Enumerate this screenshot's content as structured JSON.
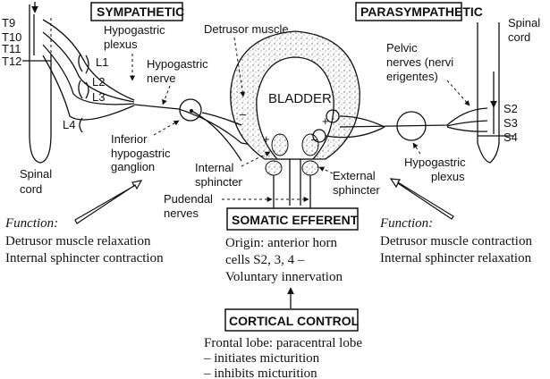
{
  "title_boxes": {
    "sympathetic": "SYMPATHETIC",
    "parasympathetic": "PARASYMPATHETIC",
    "somatic_efferent": "SOMATIC EFFERENT",
    "cortical_control": "CORTICAL CONTROL"
  },
  "left_spine": {
    "levels": [
      "T9",
      "T10",
      "T11",
      "T12"
    ],
    "lumbar": [
      "L1",
      "L2",
      "L3",
      "L4"
    ],
    "label_line1": "Spinal",
    "label_line2": "cord"
  },
  "right_spine": {
    "levels": [
      "S2",
      "S3",
      "S4"
    ],
    "label_line1": "Spinal",
    "label_line2": "cord"
  },
  "labels": {
    "hypogastric_plexus_l1": "Hypogastric",
    "hypogastric_plexus_l2": "plexus",
    "hypogastric_nerve_l1": "Hypogastric",
    "hypogastric_nerve_l2": "nerve",
    "detrusor": "Detrusor muscle",
    "bladder": "BLADDER",
    "inferior_l1": "Inferior",
    "inferior_l2": "hypogastric",
    "inferior_l3": "ganglion",
    "internal_sphincter_l1": "Internal",
    "internal_sphincter_l2": "sphincter",
    "external_sphincter_l1": "External",
    "external_sphincter_l2": "sphincter",
    "pudendal_l1": "Pudendal",
    "pudendal_l2": "nerves",
    "pelvic_l1": "Pelvic",
    "pelvic_l2": "nerves (nervi",
    "pelvic_l3": "erigentes)",
    "right_plexus_l1": "Hypogastric",
    "right_plexus_l2": "plexus",
    "minus": "–",
    "plus": "+"
  },
  "sympathetic_function": {
    "heading": "Function:",
    "line1": "Detrusor muscle relaxation",
    "line2": "Internal sphincter contraction"
  },
  "parasympathetic_function": {
    "heading": "Function:",
    "line1": "Detrusor muscle contraction",
    "line2": "Internal sphincter relaxation"
  },
  "somatic": {
    "line1": "Origin: anterior horn",
    "line2": "cells S2, 3, 4 –",
    "line3": "Voluntary innervation"
  },
  "cortical": {
    "line1": "Frontal lobe: paracentral lobe",
    "line2": "– initiates micturition",
    "line3": "– inhibits micturition"
  }
}
